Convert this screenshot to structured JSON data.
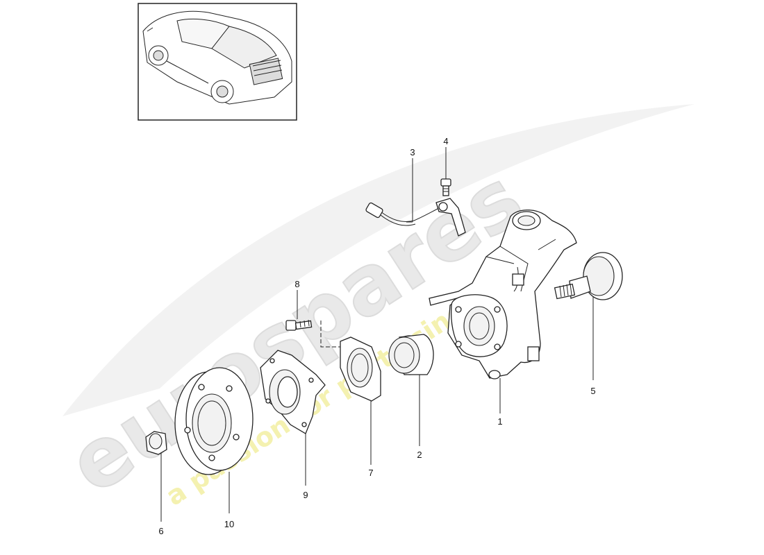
{
  "watermark": {
    "brand": "eurospares",
    "tagline": "a passion for parts since 1985"
  },
  "thumbnail": {
    "icon": "porsche-911-coupe-icon"
  },
  "callouts": [
    {
      "id": "1",
      "label": "1"
    },
    {
      "id": "2",
      "label": "2"
    },
    {
      "id": "3",
      "label": "3"
    },
    {
      "id": "4",
      "label": "4"
    },
    {
      "id": "5",
      "label": "5"
    },
    {
      "id": "6",
      "label": "6"
    },
    {
      "id": "7",
      "label": "7"
    },
    {
      "id": "8",
      "label": "8"
    },
    {
      "id": "9",
      "label": "9"
    },
    {
      "id": "10",
      "label": "10"
    }
  ]
}
